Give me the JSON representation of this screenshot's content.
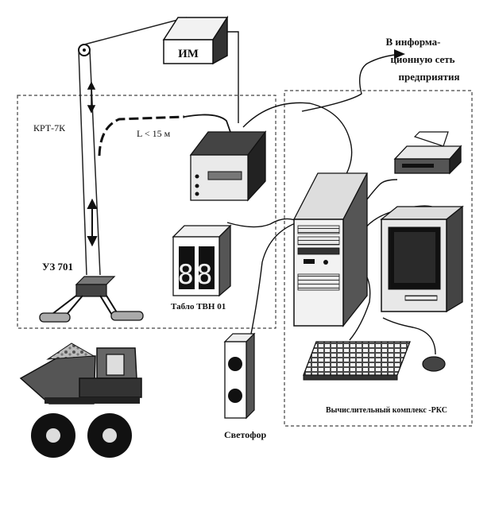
{
  "labels": {
    "im": "ИМ",
    "info_net_line1": "В информа-",
    "info_net_line2": "ционную сеть",
    "info_net_line3": "предприятия",
    "krt": "КРТ-7К",
    "cable_length": "L < 15 м",
    "uz": "УЗ 701",
    "tablo": "Табло ТВН 01",
    "svetofor": "Светофор",
    "complex": "Вычислительный комплекс -РКС"
  },
  "display": {
    "digits": "88"
  }
}
